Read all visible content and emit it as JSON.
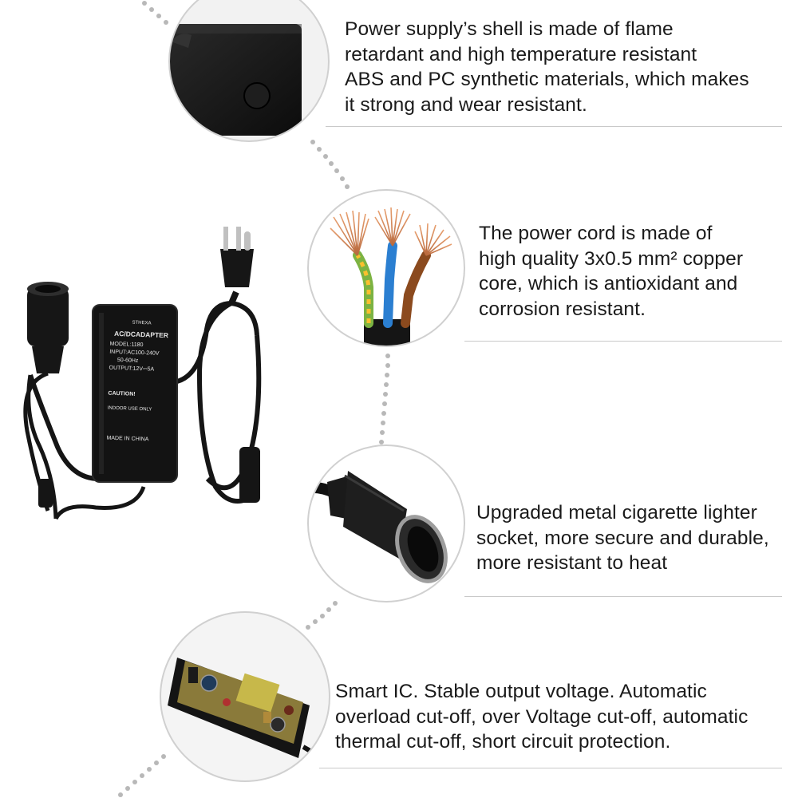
{
  "features": [
    {
      "id": "shell",
      "lines": [
        "Power supply’s shell is made of flame",
        "retardant and high temperature resistant",
        "ABS and PC synthetic materials, which makes",
        "it strong and wear resistant."
      ],
      "icon": "adapter-shell-closeup"
    },
    {
      "id": "cord",
      "lines": [
        "The power cord is made of",
        "high quality 3x0.5 mm² copper",
        "core, which is antioxidant and",
        "corrosion resistant."
      ],
      "icon": "copper-wires-closeup"
    },
    {
      "id": "socket",
      "lines": [
        "Upgraded metal cigarette lighter",
        "socket, more secure and durable,",
        "more resistant to heat"
      ],
      "icon": "lighter-socket-closeup"
    },
    {
      "id": "ic",
      "lines": [
        "Smart IC. Stable output voltage. Automatic",
        "overload cut-off, over Voltage cut-off, automatic",
        "thermal cut-off, short circuit protection."
      ],
      "icon": "circuit-board-closeup"
    }
  ],
  "adapter_label": {
    "brand": "STHEXA",
    "title": "AC/DCADAPTER",
    "model": "MODEL:1180",
    "input": "INPUT:AC100-240V",
    "frequency": "50-60Hz",
    "output": "OUTPUT:12V⎓5A",
    "caution": "CAUTION!",
    "indoor": "INDOOR USE ONLY",
    "origin": "MADE IN CHINA"
  },
  "colors": {
    "text": "#1a1a1a",
    "circle_border": "#d0d0d0",
    "dots": "#b8b8b8",
    "divider": "#c9c9c9",
    "device": "#141414"
  }
}
